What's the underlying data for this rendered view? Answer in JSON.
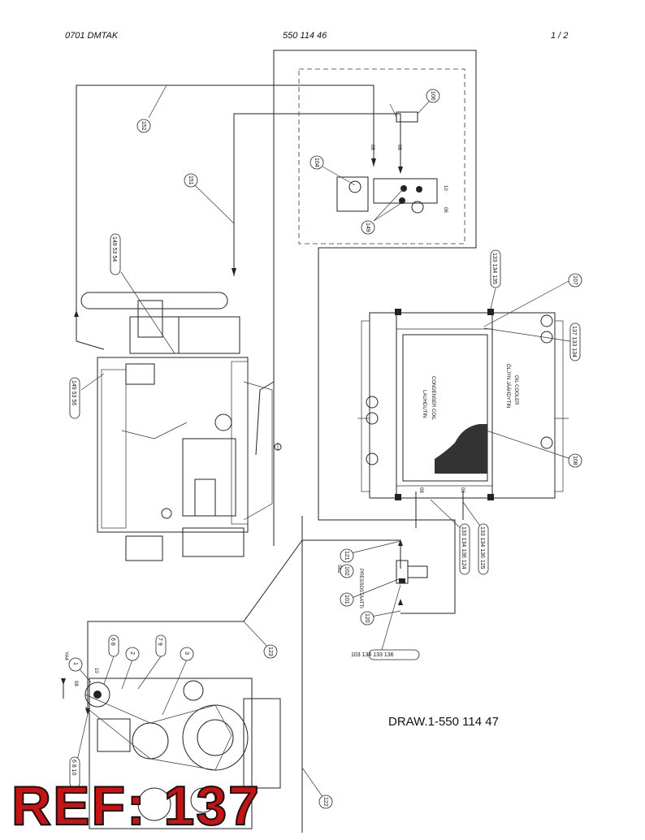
{
  "header": {
    "left": "0701 DMTAK",
    "middle": "550 114 46",
    "page": "1 /  2"
  },
  "drawing_reference": "DRAW.1-550 114 47",
  "stamp": "REF: 137",
  "cooler_labels": {
    "condenser_fi": "LAUHDUTIN",
    "condenser_en": "CONDENSER COIL",
    "oil_fi": "ÖLJYN JÄÄHDYTIN",
    "oil_en": "OIL COOLER"
  },
  "switch_labels": {
    "s62": "S62",
    "switch_fi": "PRESSOSTAATTI"
  },
  "port_labels": {
    "p1": "08",
    "p2": "08",
    "p3": "10",
    "p4": "06",
    "p5": "08",
    "p6": "06",
    "p7": "10",
    "p8": "08",
    "p9": "YA4"
  },
  "callouts": [
    "152",
    "151",
    "104",
    "106",
    "149",
    "149 53 54",
    "149 53 56",
    "133 134 135",
    "107",
    "137 133 134",
    "108",
    "121",
    "102",
    "101",
    "120",
    "133 134 136 124",
    "133 134 136 125",
    "103 134 133 136",
    "123",
    "122",
    "1",
    "6 8",
    "2",
    "7 9",
    "3",
    "6 8 10"
  ],
  "colors": {
    "line": "#222222",
    "stamp_fill": "#cc1111",
    "stamp_outline": "#111111"
  }
}
